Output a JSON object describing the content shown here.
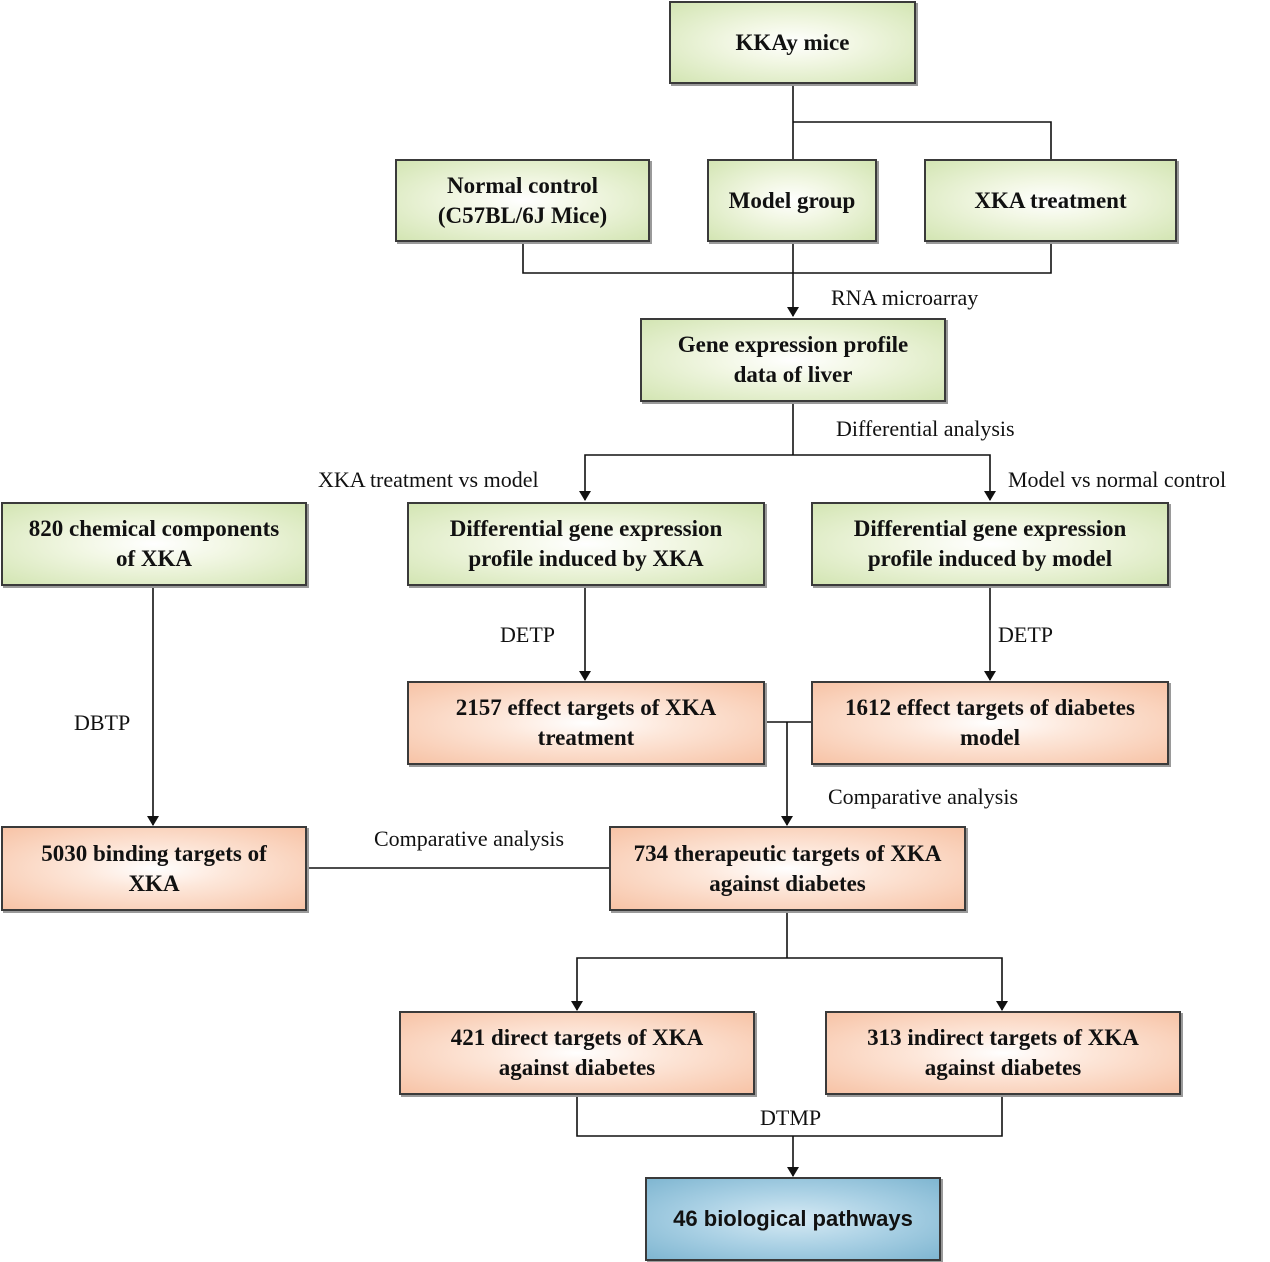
{
  "nodes": {
    "kkay": [
      "KKAy mice"
    ],
    "normal_control": [
      "Normal control",
      "(C57BL/6J Mice)"
    ],
    "model_group": [
      "Model group"
    ],
    "xka_treatment": [
      "XKA treatment"
    ],
    "gene_profile": [
      "Gene expression profile",
      "data of liver"
    ],
    "chem_components": [
      "820 chemical components",
      "of XKA"
    ],
    "diff_xka": [
      "Differential gene expression",
      "profile induced by XKA"
    ],
    "diff_model": [
      "Differential gene expression",
      "profile induced by model"
    ],
    "effect_xka": [
      "2157 effect targets of XKA",
      "treatment"
    ],
    "effect_diabetes": [
      "1612 effect targets of diabetes",
      "model"
    ],
    "binding_targets": [
      "5030 binding targets of",
      "XKA"
    ],
    "therapeutic": [
      "734 therapeutic targets of XKA",
      "against diabetes"
    ],
    "direct_targets": [
      "421 direct targets  of XKA",
      "against diabetes"
    ],
    "indirect_targets": [
      "313 indirect targets  of XKA",
      "against diabetes"
    ],
    "pathways": [
      "46 biological pathways"
    ]
  },
  "edge_labels": {
    "rna_microarray": "RNA microarray",
    "differential_analysis": "Differential analysis",
    "xka_vs_model": "XKA treatment vs model",
    "model_vs_normal": "Model vs normal control",
    "detp_left": "DETP",
    "detp_right": "DETP",
    "dbtp": "DBTP",
    "comparative_right": "Comparative analysis",
    "comparative_left": "Comparative analysis",
    "dtmp": "DTMP"
  },
  "colors": {
    "green_fill": "#d3e5b3",
    "orange_fill": "#f7c3a6",
    "blue_fill": "#7fb6d1",
    "stroke": "#3a3a3a"
  }
}
